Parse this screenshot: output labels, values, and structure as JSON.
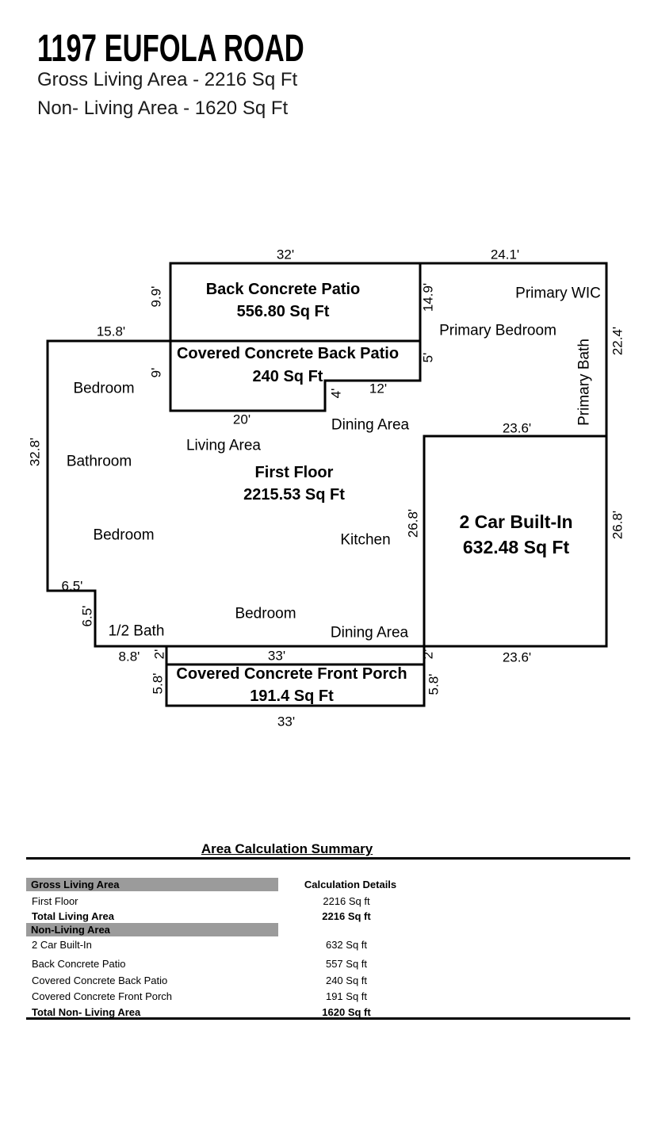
{
  "header": {
    "title": "1197 EUFOLA ROAD",
    "gross_living": "Gross Living Area - 2216 Sq Ft",
    "non_living": "Non- Living Area - 1620 Sq Ft"
  },
  "plan": {
    "back_patio_name": "Back Concrete Patio",
    "back_patio_sqft": "556.80 Sq Ft",
    "covered_back_patio_name": "Covered Concrete Back Patio",
    "covered_back_patio_sqft": "240 Sq Ft",
    "first_floor_name": "First Floor",
    "first_floor_sqft": "2215.53 Sq Ft",
    "garage_name": "2 Car Built-In",
    "garage_sqft": "632.48 Sq Ft",
    "front_porch_name": "Covered Concrete Front Porch",
    "front_porch_sqft": "191.4 Sq Ft",
    "rooms": {
      "bedroom1": "Bedroom",
      "bathroom": "Bathroom",
      "bedroom2": "Bedroom",
      "living_area": "Living Area",
      "dining_area1": "Dining Area",
      "kitchen": "Kitchen",
      "bedroom3": "Bedroom",
      "half_bath": "1/2 Bath",
      "dining_area2": "Dining Area",
      "primary_wic": "Primary WIC",
      "primary_bedroom": "Primary Bedroom",
      "primary_bath": "Primary Bath"
    },
    "dims": {
      "patio_top": "32'",
      "primary_top": "24.1'",
      "house_top": "15.8'",
      "patio_left": "9.9'",
      "patio_right": "14.9'",
      "right_upper": "22.4'",
      "covered_patio_left": "9'",
      "covered_patio_right": "5'",
      "step_v": "4'",
      "step_h": "12'",
      "covered_patio_bottom": "20'",
      "garage_top": "23.6'",
      "left_side": "32.8'",
      "garage_left": "26.8'",
      "garage_right": "26.8'",
      "notch_h": "6.5'",
      "notch_v": "6.5'",
      "bottom_left": "8.8'",
      "porch_offset_left": "2'",
      "porch_top": "33'",
      "porch_offset_right": "2'",
      "porch_side_left": "5.8'",
      "porch_side_right": "5.8'",
      "porch_bottom": "33'",
      "garage_bottom": "23.6'"
    }
  },
  "summary": {
    "title": "Area Calculation Summary",
    "living_section": "Gross Living Area",
    "details_header": "Calculation Details",
    "rows_living": [
      {
        "label": "First Floor",
        "value": "2216 Sq ft"
      },
      {
        "label": "Total Living Area",
        "value": "2216 Sq ft"
      }
    ],
    "nonliving_section": "Non-Living Area",
    "rows_nonliving": [
      {
        "label": "2 Car Built-In",
        "value": "632 Sq ft"
      },
      {
        "label": "Back Concrete Patio",
        "value": "557 Sq ft"
      },
      {
        "label": "Covered Concrete Back Patio",
        "value": "240 Sq ft"
      },
      {
        "label": "Covered Concrete Front Porch",
        "value": "191 Sq ft"
      },
      {
        "label": "Total Non- Living Area",
        "value": "1620 Sq ft"
      }
    ]
  }
}
